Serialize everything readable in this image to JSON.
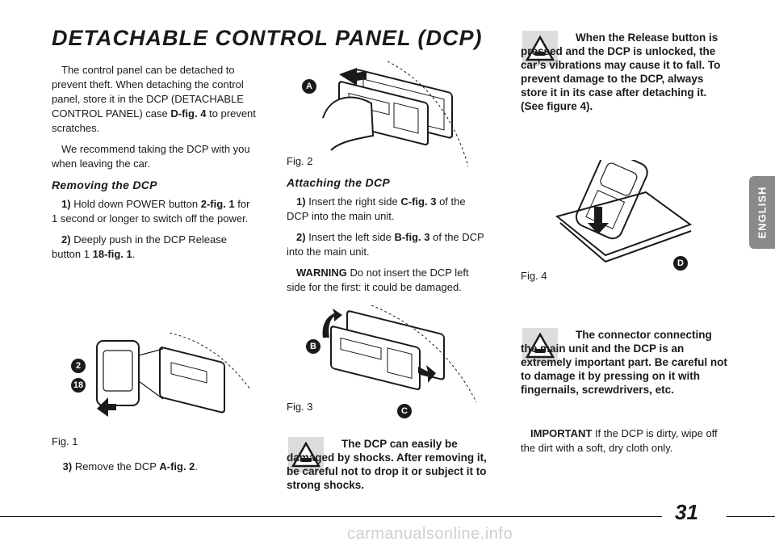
{
  "title": "DETACHABLE CONTROL PANEL (DCP)",
  "intro1": "The control panel can be detached to prevent theft. When detaching the control panel, store it in the DCP (DETACHABLE CONTROL PANEL) case",
  "intro1_ref": "D-fig. 4",
  "intro1_tail": "to prevent scratches.",
  "intro2": "We recommend taking the DCP with you when leaving the car.",
  "removing": {
    "heading": "Removing the DCP",
    "s1_num": "1)",
    "s1_text": "Hold down POWER button",
    "s1_ref": "2-fig. 1",
    "s1_tail": "for 1 second or longer to switch off the power.",
    "s2_num": "2)",
    "s2_text": "Deeply push in the DCP Release button 1",
    "s2_ref": "18-fig. 1",
    "s2_tail": ".",
    "s3_num": "3)",
    "s3_text": "Remove the DCP",
    "s3_ref": "A-fig. 2",
    "s3_tail": "."
  },
  "attaching": {
    "heading": "Attaching the DCP",
    "s1_num": "1)",
    "s1_text": "Insert the right side",
    "s1_ref": "C-fig. 3",
    "s1_tail": "of the DCP into the main unit.",
    "s2_num": "2)",
    "s2_text": "Insert the left side",
    "s2_ref": "B-fig. 3",
    "s2_tail": "of the DCP into the main unit.",
    "warn_label": "WARNING",
    "warn_text": "Do not insert the DCP left side for the first: it could be damaged."
  },
  "figs": {
    "fig1": "Fig. 1",
    "fig2": "Fig. 2",
    "fig3": "Fig. 3",
    "fig4": "Fig. 4",
    "callout_2": "2",
    "callout_18": "18",
    "callout_a": "A",
    "callout_b": "B",
    "callout_c": "C",
    "callout_d": "D"
  },
  "warnings": {
    "release": "When the Release button is pressed and the DCP is unlocked, the car’s vibrations may cause it to fall. To prevent damage to the DCP, always store it in its case after detaching it. (See figure 4).",
    "shock": "The DCP can easily be damaged by shocks. After removing it, be careful not to drop it or subject it to strong shocks.",
    "connector": "The connector connecting the main unit and the DCP is an extremely important part. Be careful not to damage it by pressing on it with fingernails, screwdrivers, etc."
  },
  "important": {
    "label": "IMPORTANT",
    "text": "If the DCP is dirty, wipe off the dirt with a soft, dry cloth only."
  },
  "side_tab": "ENGLISH",
  "page_number": "31",
  "watermark": "carmanualsonline.info",
  "icons": {
    "warning": "warning-car-icon"
  }
}
